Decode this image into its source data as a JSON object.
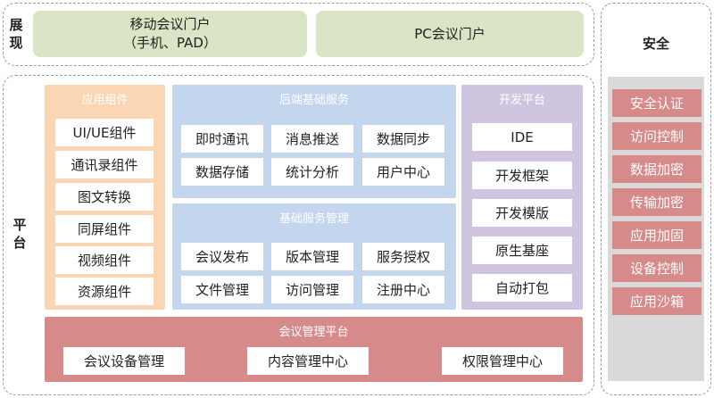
{
  "display_layer": {
    "label": "展\n现",
    "mobile_portal": "移动会议门户\n（手机、PAD）",
    "pc_portal": "PC会议门户"
  },
  "platform_layer": {
    "label": "平\n台",
    "app_components": {
      "title": "应用组件",
      "items": [
        "UI/UE组件",
        "通讯录组件",
        "图文转换",
        "同屏组件",
        "视频组件",
        "资源组件"
      ]
    },
    "backend_services": {
      "title": "后端基础服务",
      "items": [
        "即时通讯",
        "消息推送",
        "数据同步",
        "数据存储",
        "统计分析",
        "用户中心"
      ]
    },
    "service_management": {
      "title": "基础服务管理",
      "items": [
        "会议发布",
        "版本管理",
        "服务授权",
        "文件管理",
        "访问管理",
        "注册中心"
      ]
    },
    "dev_platform": {
      "title": "开发平台",
      "items": [
        "IDE",
        "开发框架",
        "开发模版",
        "原生基座",
        "自动打包"
      ]
    },
    "meeting_platform": {
      "title": "会议管理平台",
      "items": [
        "会议设备管理",
        "内容管理中心",
        "权限管理中心"
      ]
    }
  },
  "security": {
    "title": "安全",
    "items": [
      "安全认证",
      "访问控制",
      "数据加密",
      "传输加密",
      "应用加固",
      "设备控制",
      "应用沙箱"
    ]
  },
  "colors": {
    "display_green": "#d9e5c4",
    "app_components": "#fbd6b4",
    "backend_blue": "#c3d6ee",
    "dev_purple": "#cfc5e0",
    "meeting_red": "#d68a8a",
    "security_gray": "#d9d9d9"
  }
}
